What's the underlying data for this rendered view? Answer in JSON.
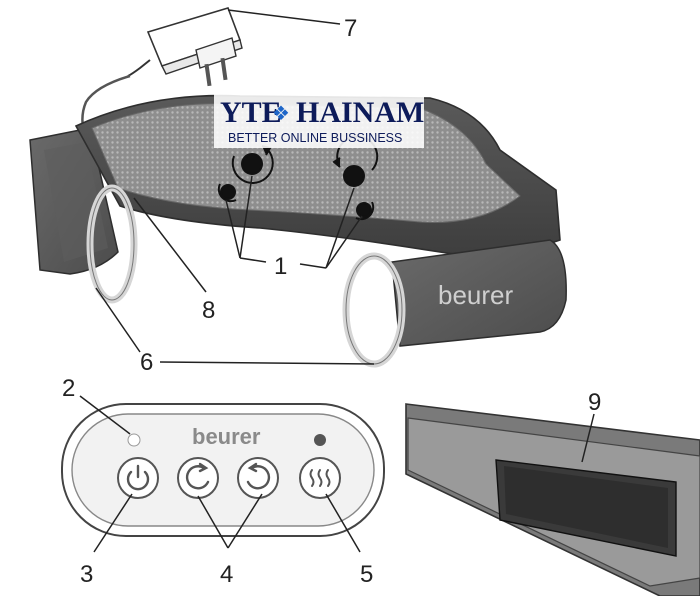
{
  "watermark": {
    "name": "YTE",
    "separator": "❖",
    "name2": "HAINAM",
    "tagline": "BETTER ONLINE BUSSINESS"
  },
  "product": {
    "belt_brand": "beurer",
    "panel_brand": "beurer"
  },
  "callouts": {
    "massage_heads": "1",
    "led": "2",
    "power_button": "3",
    "direction_buttons": "4",
    "heat_button": "5",
    "handle_loops": "6",
    "power_adapter": "7",
    "cable": "8",
    "velcro": "9"
  },
  "icons": {
    "power": "power-icon",
    "rotate_left": "rotate-left-icon",
    "rotate_right": "rotate-right-icon",
    "heat": "heat-icon"
  },
  "colors": {
    "belt_dark": "#4a4a4a",
    "mesh": "#8c8c8c",
    "ring": "#d8d8d8",
    "panel_bg": "#f2f2f2"
  }
}
